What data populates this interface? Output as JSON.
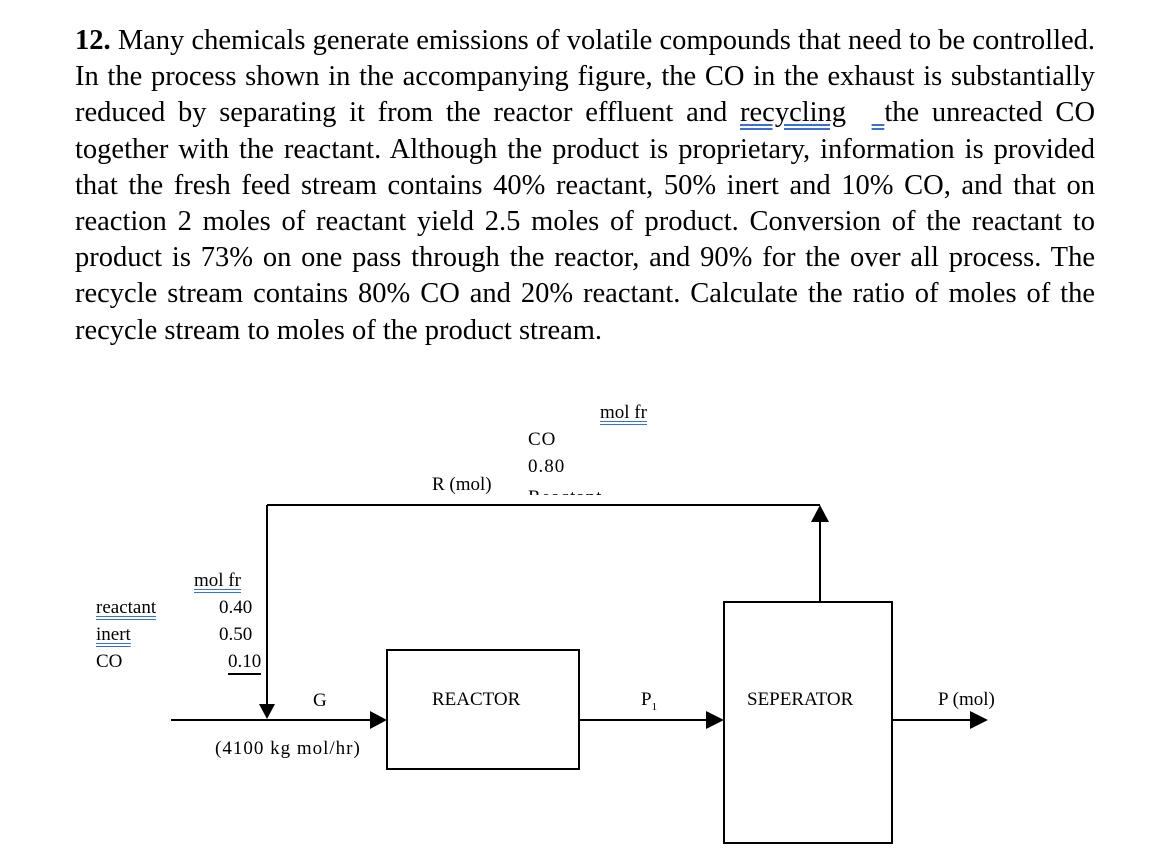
{
  "problem": {
    "number": "12.",
    "text_before": "Many chemicals generate emissions of volatile compounds that need to be controlled. In the process shown in the accompanying figure, the CO in the exhaust is substantially reduced by separating it from the reactor effluent and",
    "recycling": "recycling",
    "text_after": "the unreacted CO together with the reactant. Although the product is proprietary, information is provided that the fresh feed stream contains 40% reactant, 50% inert and 10% CO, and that on reaction 2 moles of reactant yield 2.5 moles of product. Conversion of the reactant to product is 73% on one pass through the reactor, and 90% for the over all process. The recycle stream contains 80% CO and 20% reactant. Calculate the ratio of moles of the recycle stream to moles of the product stream."
  },
  "diagram": {
    "recycle": {
      "mol_fr": "mol fr",
      "co_label": "CO",
      "co_value": "0.80",
      "reactant_cut": "Reactant",
      "stream_label": "R (mol)"
    },
    "feed": {
      "mol_fr": "mol fr",
      "components": [
        "reactant",
        "inert",
        "CO"
      ],
      "values": [
        "0.40",
        "0.50",
        "0.10"
      ],
      "stream_label": "G",
      "flow": "(4100 kg mol/hr)"
    },
    "reactor_label": "REACTOR",
    "p1_label": "P",
    "p1_sub": "1",
    "separator_label": "SEPERATOR",
    "product_label": "P (mol)"
  }
}
